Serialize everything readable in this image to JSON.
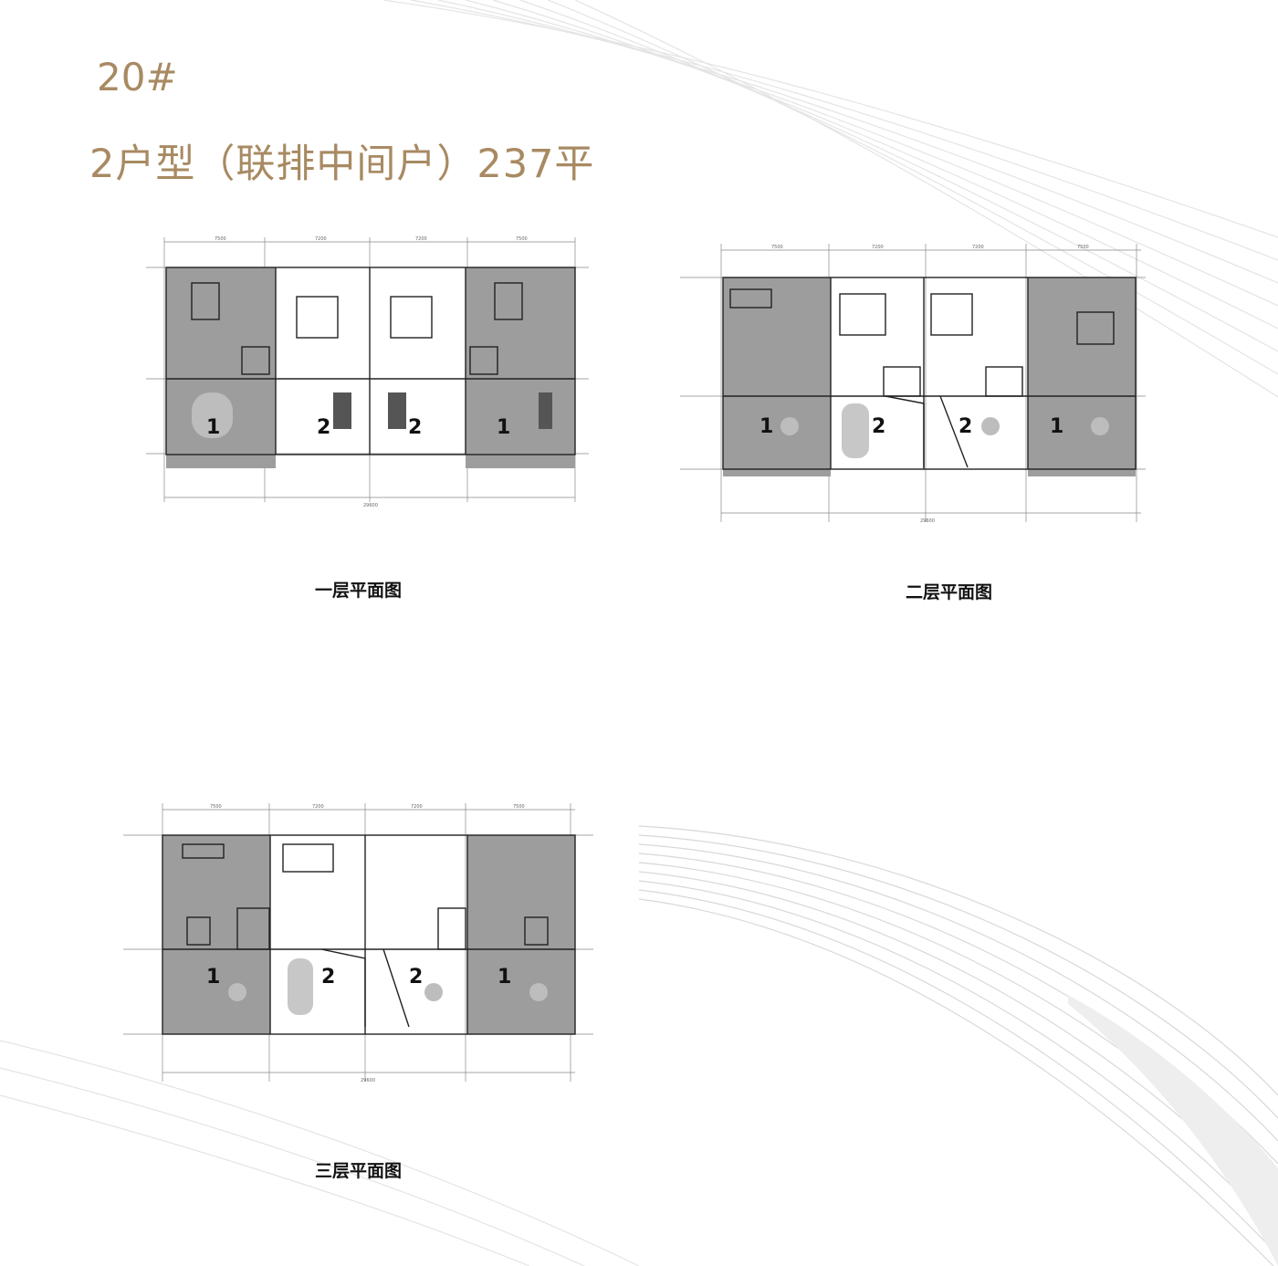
{
  "building": "20#",
  "unit_type": "2户型（联排中间户）237平",
  "plans": [
    {
      "id": "floor1",
      "caption": "一层平面图",
      "units": [
        "1",
        "2",
        "2",
        "1"
      ],
      "dims_top": [
        "7500",
        "7200",
        "7200",
        "7500"
      ],
      "total": "29600"
    },
    {
      "id": "floor2",
      "caption": "二层平面图",
      "units": [
        "1",
        "2",
        "2",
        "1"
      ],
      "dims_top": [
        "7500",
        "7200",
        "7200",
        "7500"
      ],
      "total": "29600"
    },
    {
      "id": "floor3",
      "caption": "三层平面图",
      "units": [
        "1",
        "2",
        "2",
        "1"
      ],
      "dims_top": [
        "7500",
        "7200",
        "7200",
        "7500"
      ],
      "total": "29600"
    }
  ],
  "colors": {
    "heading": "#a88a62",
    "end_unit_fill": "#9d9d9d"
  }
}
